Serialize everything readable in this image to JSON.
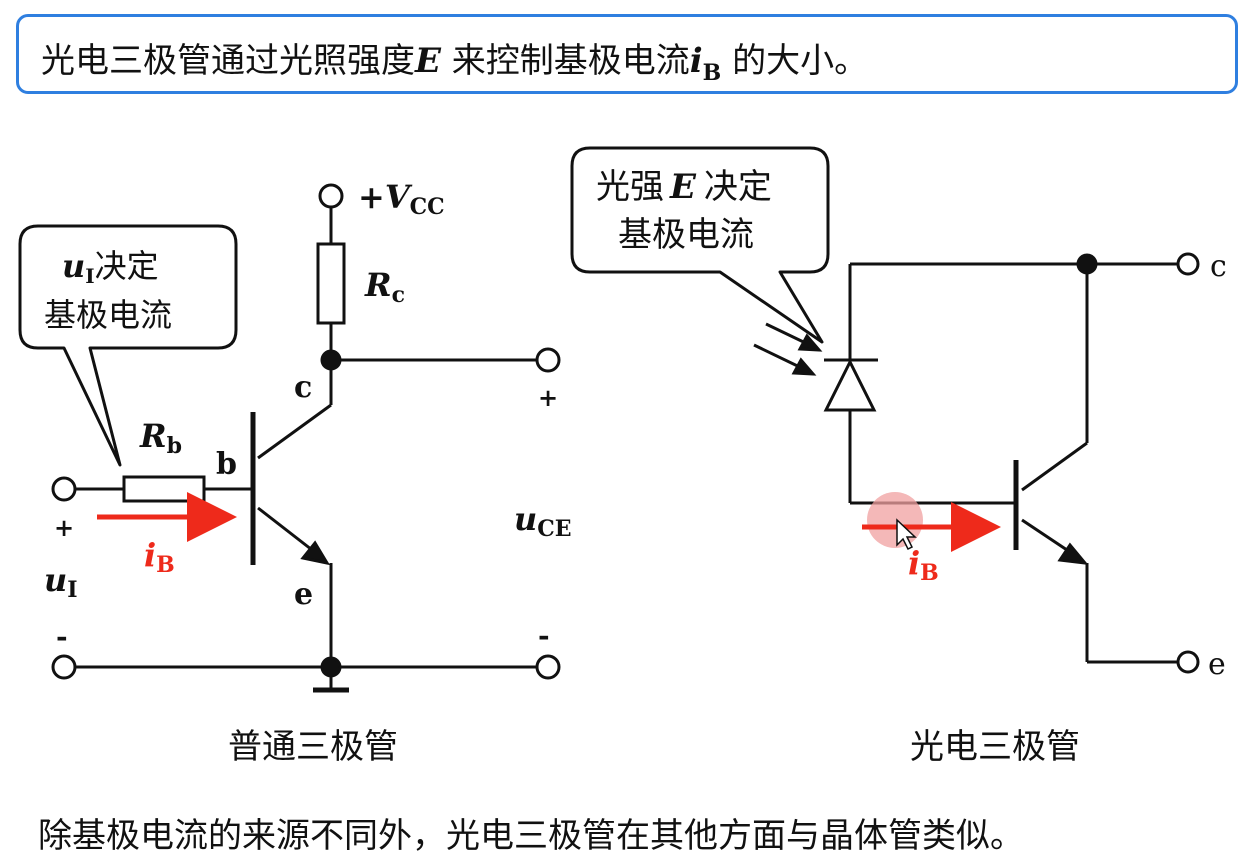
{
  "header": {
    "text_pre": "光电三极管通过光照强度",
    "var_E": "E",
    "text_mid": "来控制基极电流",
    "var_i": "i",
    "var_i_sub": "B",
    "text_post": "的大小。"
  },
  "left_circuit": {
    "callout_var": "u",
    "callout_var_sub": "I",
    "callout_line1_rest": "决定",
    "callout_line2": "基极电流",
    "supply_plus": "+",
    "supply_var": "V",
    "supply_sub": "CC",
    "rc_var": "R",
    "rc_sub": "c",
    "rb_var": "R",
    "rb_sub": "b",
    "node_c": "c",
    "node_b": "b",
    "node_e": "e",
    "input_plus": "+",
    "input_minus": "-",
    "input_var": "u",
    "input_sub": "I",
    "current_var": "i",
    "current_sub": "B",
    "output_plus": "+",
    "output_minus": "-",
    "output_var": "u",
    "output_sub": "CE",
    "caption": "普通三极管"
  },
  "right_circuit": {
    "callout_line1_pre": "光强",
    "callout_var": "E",
    "callout_line1_post": "决定",
    "callout_line2": "基极电流",
    "terminal_c": "c",
    "terminal_e": "e",
    "current_var": "i",
    "current_sub": "B",
    "caption": "光电三极管"
  },
  "footer": {
    "text": "除基极电流的来源不同外，光电三极管在其他方面与晶体管类似。"
  },
  "colors": {
    "accent_border": "#2f7fe0",
    "current_arrow": "#ee2a1b",
    "wire": "#111111",
    "cursor_highlight": "#f0a0a0"
  }
}
